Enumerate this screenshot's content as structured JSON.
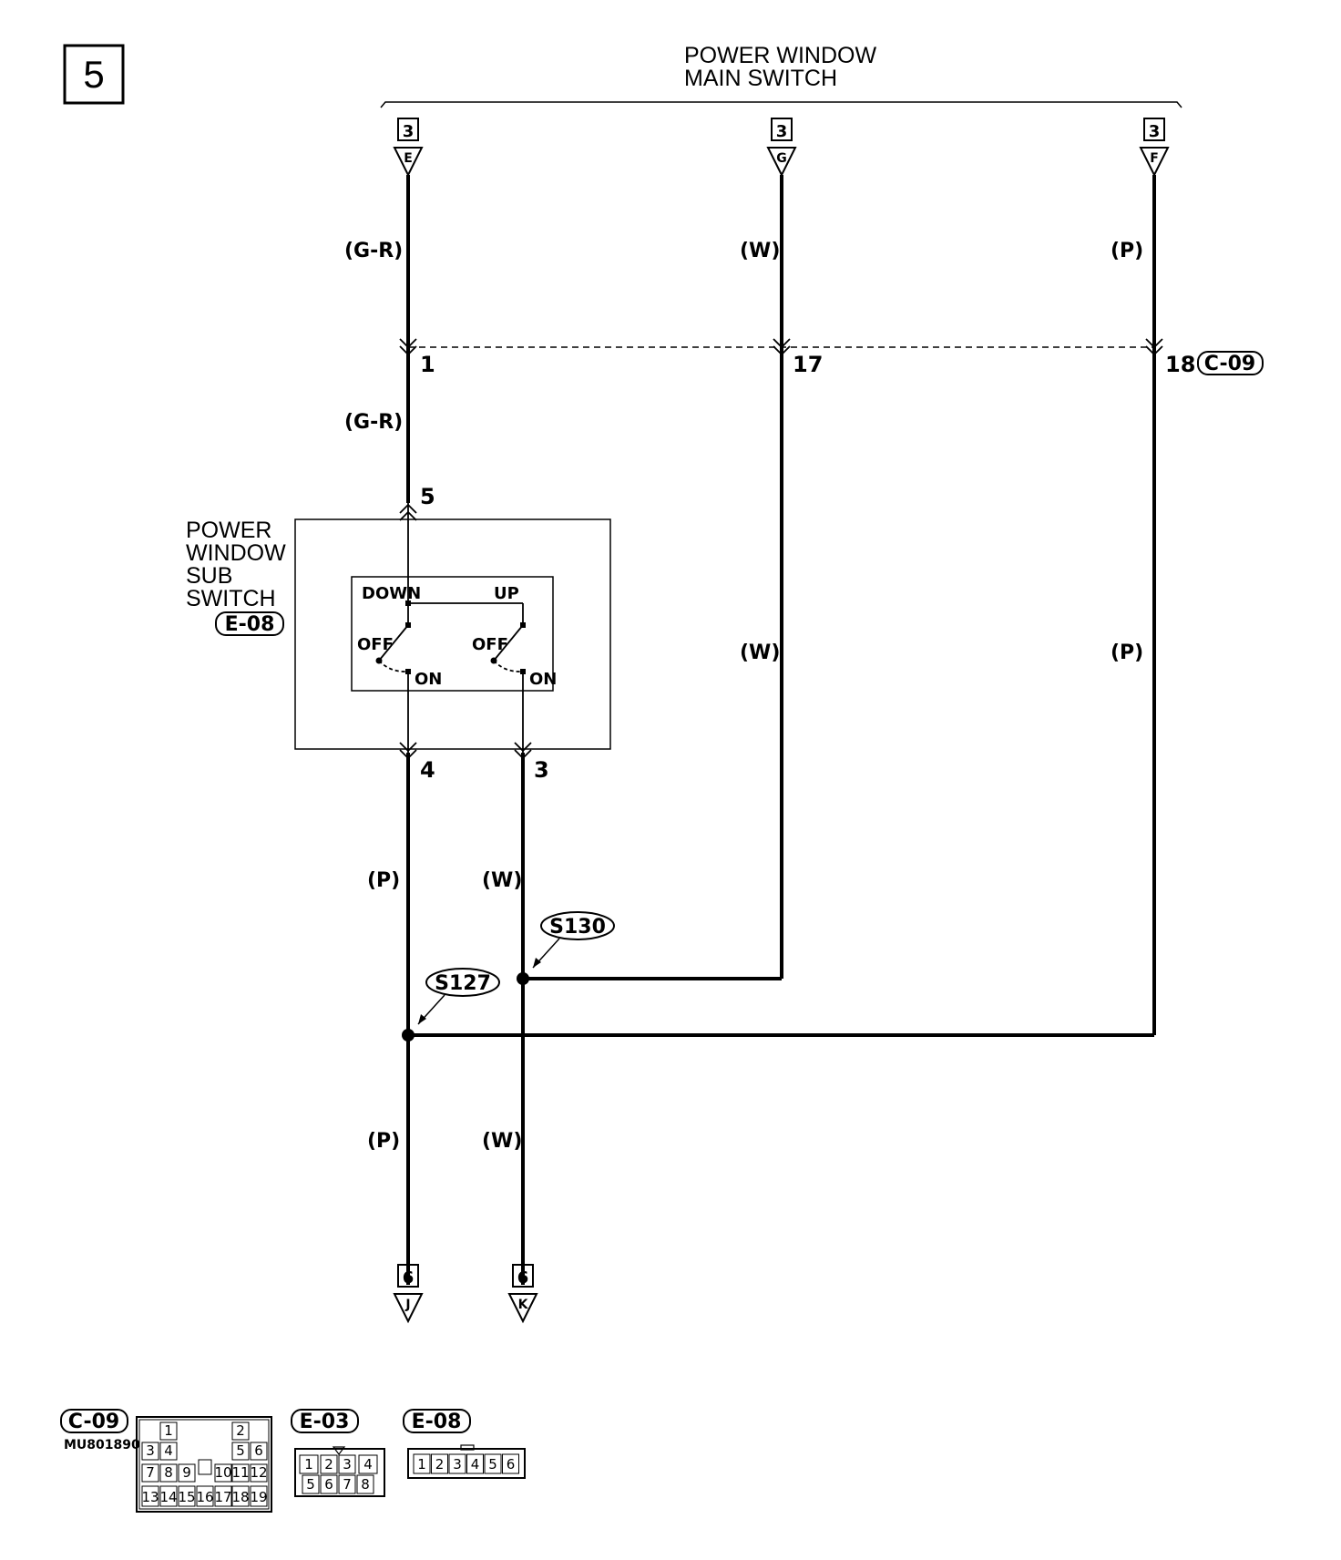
{
  "page_number": "5",
  "main_switch": {
    "line1": "POWER WINDOW",
    "line2": "MAIN SWITCH"
  },
  "top_connectors": [
    {
      "page": "3",
      "letter": "E"
    },
    {
      "page": "3",
      "letter": "G"
    },
    {
      "page": "3",
      "letter": "F"
    }
  ],
  "bottom_connectors": [
    {
      "page": "6",
      "letter": "J"
    },
    {
      "page": "6",
      "letter": "K"
    }
  ],
  "wire_colors": {
    "left_upper": "(G-R)",
    "left_mid": "(G-R)",
    "middle_upper": "(W)",
    "middle_lower": "(W)",
    "right_upper": "(P)",
    "right_lower": "(P)",
    "pin4_wire": "(P)",
    "pin3_wire": "(W)",
    "bottom_left": "(P)",
    "bottom_right": "(W)"
  },
  "pins": {
    "p1": "1",
    "p17": "17",
    "p18": "18",
    "p5": "5",
    "p4": "4",
    "p3": "3"
  },
  "junction_connector": "C-09",
  "sub_switch": {
    "line1": "POWER",
    "line2": "WINDOW",
    "line3": "SUB",
    "line4": "SWITCH",
    "connector": "E-08",
    "down": "DOWN",
    "up": "UP",
    "off": "OFF",
    "on": "ON"
  },
  "splices": {
    "s130": "S130",
    "s127": "S127"
  },
  "legend": {
    "c09": {
      "title": "C-09",
      "code": "MU801890",
      "cells": [
        "1",
        "2",
        "3",
        "4",
        "5",
        "6",
        "7",
        "8",
        "9",
        "10",
        "11",
        "12",
        "13",
        "14",
        "15",
        "16",
        "17",
        "18",
        "19"
      ]
    },
    "e03": {
      "title": "E-03",
      "cells": [
        "1",
        "2",
        "3",
        "4",
        "5",
        "6",
        "7",
        "8"
      ]
    },
    "e08": {
      "title": "E-08",
      "cells": [
        "1",
        "2",
        "3",
        "4",
        "5",
        "6"
      ]
    }
  }
}
